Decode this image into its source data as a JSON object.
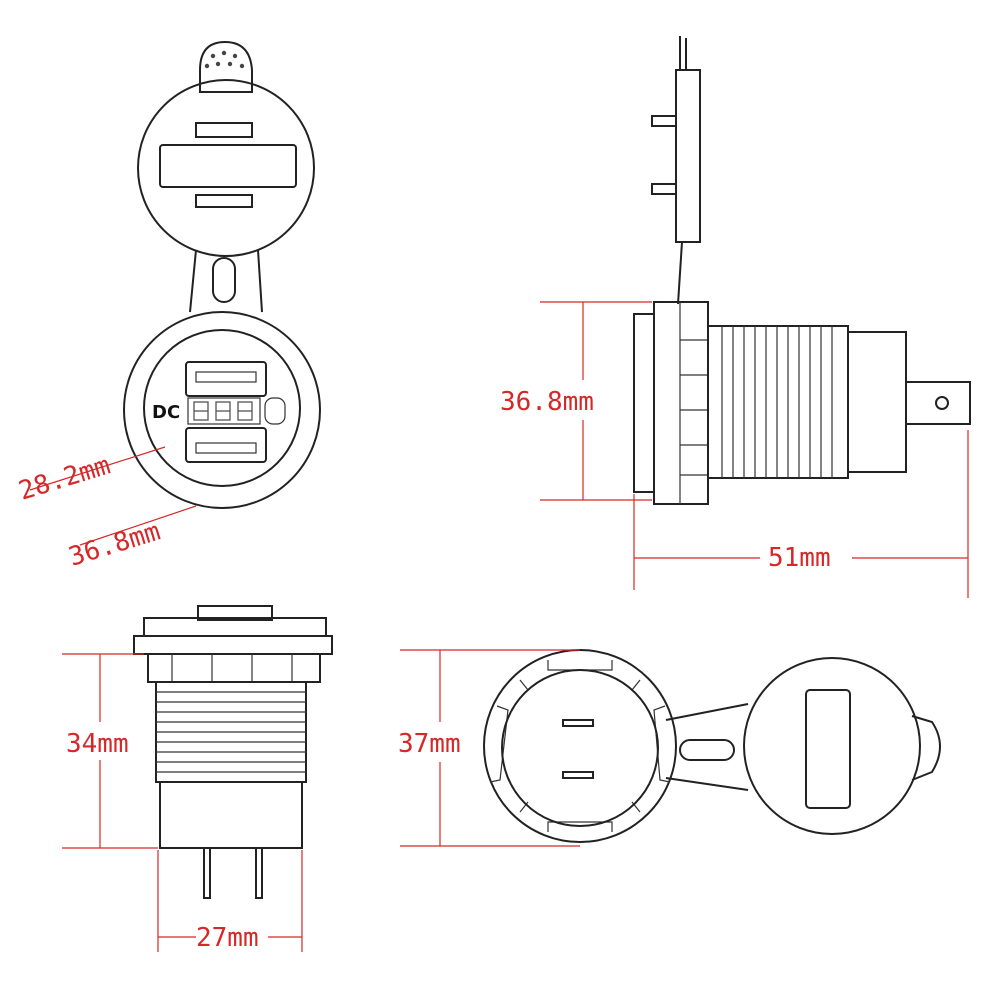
{
  "product": {
    "panel_marking": "DC",
    "voltmeter_display": "8.8.8"
  },
  "dimensions": {
    "front_inner_diameter": "28.2mm",
    "front_outer_diameter": "36.8mm",
    "side_flange_height": "36.8mm",
    "side_total_length": "51mm",
    "bottom_thread_height": "34mm",
    "bottom_body_width": "27mm",
    "back_cap_height": "37mm"
  },
  "colors": {
    "outline": "#222222",
    "dimension": "#d62828",
    "background": "#ffffff"
  }
}
